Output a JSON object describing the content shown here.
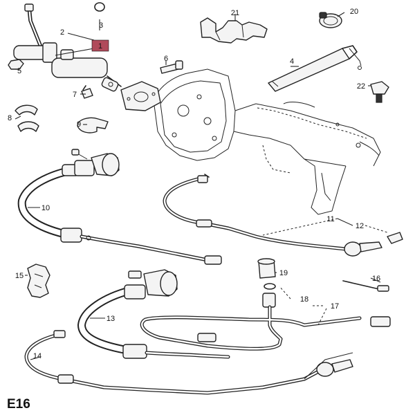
{
  "figure_code": "E16",
  "highlight_color": "#b04a5a",
  "callouts": [
    {
      "id": "1",
      "text": "1",
      "highlighted": true
    },
    {
      "id": "2",
      "text": "2"
    },
    {
      "id": "3",
      "text": "3"
    },
    {
      "id": "4",
      "text": "4"
    },
    {
      "id": "5",
      "text": "5"
    },
    {
      "id": "6",
      "text": "6"
    },
    {
      "id": "7",
      "text": "7"
    },
    {
      "id": "8",
      "text": "8"
    },
    {
      "id": "9",
      "text": "9"
    },
    {
      "id": "10",
      "text": "10"
    },
    {
      "id": "11",
      "text": "11"
    },
    {
      "id": "12",
      "text": "12"
    },
    {
      "id": "13",
      "text": "13"
    },
    {
      "id": "14",
      "text": "14"
    },
    {
      "id": "15",
      "text": "15"
    },
    {
      "id": "16",
      "text": "16"
    },
    {
      "id": "17",
      "text": "17"
    },
    {
      "id": "18",
      "text": "18"
    },
    {
      "id": "19",
      "text": "19"
    },
    {
      "id": "20",
      "text": "20"
    },
    {
      "id": "21",
      "text": "21"
    },
    {
      "id": "22",
      "text": "22"
    }
  ]
}
